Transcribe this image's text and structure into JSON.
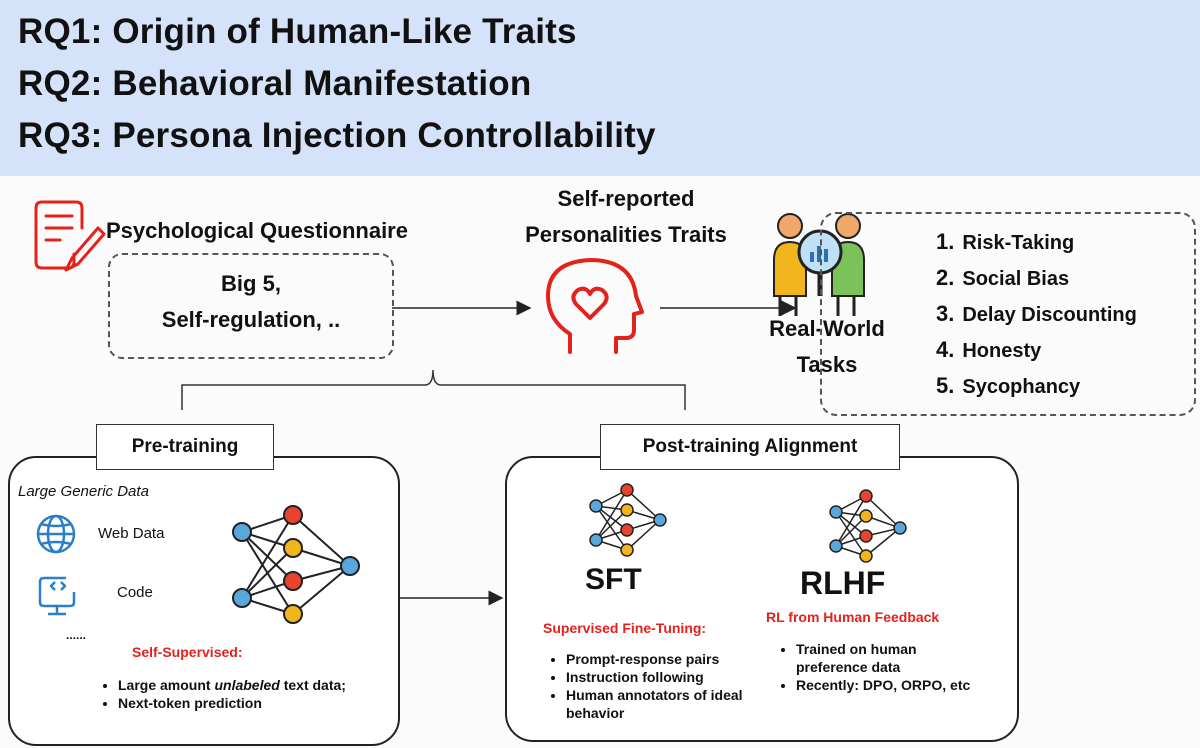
{
  "research_questions": [
    "RQ1: Origin of Human-Like Traits",
    "RQ2: Behavioral Manifestation",
    "RQ3: Persona Injection Controllability"
  ],
  "questionnaire": {
    "title": "Psychological Questionnaire",
    "items_line1": "Big 5,",
    "items_line2": "Self-regulation, .."
  },
  "self_reported": {
    "line1": "Self-reported",
    "line2": "Personalities Traits"
  },
  "real_world": {
    "line1": "Real-World",
    "line2": "Tasks",
    "tasks": [
      {
        "num": "1.",
        "label": "Risk-Taking"
      },
      {
        "num": "2.",
        "label": "Social Bias"
      },
      {
        "num": "3.",
        "label": "Delay Discounting"
      },
      {
        "num": "4.",
        "label": "Honesty"
      },
      {
        "num": "5.",
        "label": "Sycophancy"
      }
    ]
  },
  "pretraining": {
    "tab": "Pre-training",
    "data_title": "Large Generic Data",
    "web": "Web Data",
    "code": "Code",
    "more": "......",
    "method": "Self-Supervised:",
    "bullet1_pre": "Large amount ",
    "bullet1_em": "unlabeled",
    "bullet1_post": " text data;",
    "bullet2": "Next-token prediction"
  },
  "posttraining": {
    "tab": "Post-training Alignment",
    "sft": {
      "title": "SFT",
      "subtitle": "Supervised Fine-Tuning:",
      "bullets": [
        "Prompt-response pairs",
        "Instruction following",
        "Human annotators of ideal behavior"
      ]
    },
    "rlhf": {
      "title": "RLHF",
      "subtitle": "RL from Human Feedback",
      "bullets": [
        "Trained on human preference data",
        "Recently: DPO, ORPO, etc"
      ]
    }
  },
  "colors": {
    "banner": "#d4e3f9",
    "red": "#e4221c",
    "node_red": "#e8432d",
    "node_yellow": "#f2b51d",
    "node_blue": "#5aa7de"
  }
}
